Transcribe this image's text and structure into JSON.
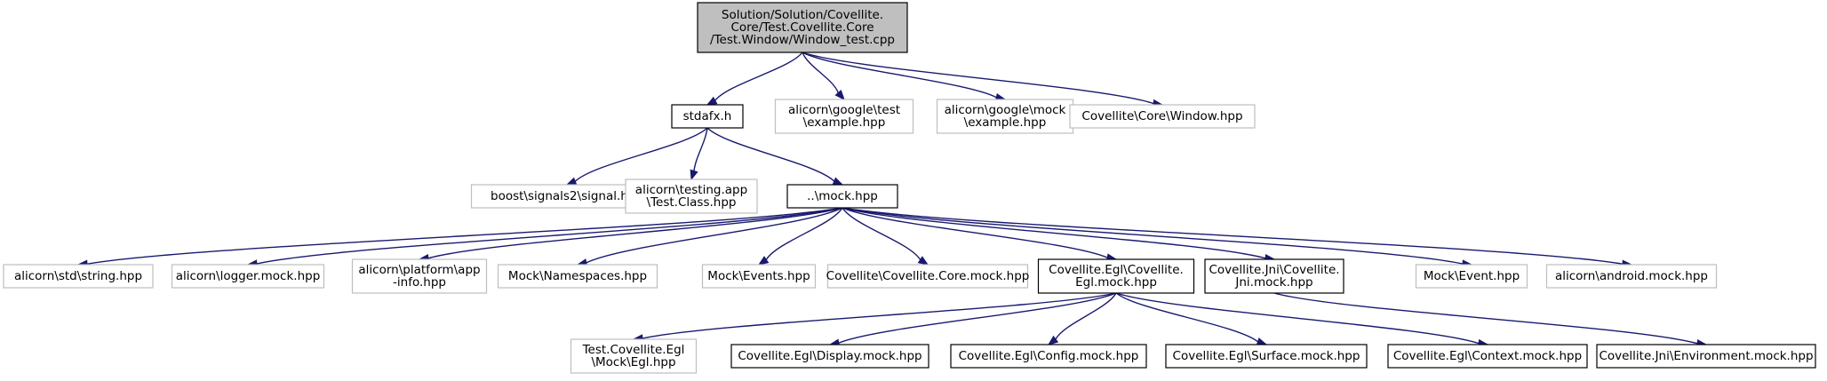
{
  "colors": {
    "edge": "#191970",
    "root_fill": "#bfbfbf",
    "root_border": "#000000",
    "documented_border": "#000000",
    "external_border": "#bfbfbf",
    "node_fill": "#ffffff"
  },
  "nodes": [
    {
      "id": "root",
      "kind": "root",
      "lines": [
        "Solution/Solution/Covellite.",
        "Core/Test.Covellite.Core",
        "/Test.Window/Window_test.cpp"
      ]
    },
    {
      "id": "stdafx",
      "kind": "documented",
      "lines": [
        "stdafx.h"
      ]
    },
    {
      "id": "gtest",
      "kind": "external",
      "lines": [
        "alicorn\\google\\test",
        "\\example.hpp"
      ]
    },
    {
      "id": "gmock",
      "kind": "external",
      "lines": [
        "alicorn\\google\\mock",
        "\\example.hpp"
      ]
    },
    {
      "id": "window",
      "kind": "external",
      "lines": [
        "Covellite\\Core\\Window.hpp"
      ]
    },
    {
      "id": "signal",
      "kind": "external",
      "lines": [
        "boost\\signals2\\signal.hpp"
      ]
    },
    {
      "id": "testing",
      "kind": "external",
      "lines": [
        "alicorn\\testing.app",
        "\\Test.Class.hpp"
      ]
    },
    {
      "id": "mock",
      "kind": "documented",
      "lines": [
        "..\\mock.hpp"
      ]
    },
    {
      "id": "string",
      "kind": "external",
      "lines": [
        "alicorn\\std\\string.hpp"
      ]
    },
    {
      "id": "logger",
      "kind": "external",
      "lines": [
        "alicorn\\logger.mock.hpp"
      ]
    },
    {
      "id": "appinfo",
      "kind": "external",
      "lines": [
        "alicorn\\platform\\app",
        "-info.hpp"
      ]
    },
    {
      "id": "namespaces",
      "kind": "external",
      "lines": [
        "Mock\\Namespaces.hpp"
      ]
    },
    {
      "id": "events",
      "kind": "external",
      "lines": [
        "Mock\\Events.hpp"
      ]
    },
    {
      "id": "coremock",
      "kind": "external",
      "lines": [
        "Covellite\\Covellite.Core.mock.hpp"
      ]
    },
    {
      "id": "eglmock",
      "kind": "documented",
      "lines": [
        "Covellite.Egl\\Covellite.",
        "Egl.mock.hpp"
      ]
    },
    {
      "id": "jnimock",
      "kind": "documented",
      "lines": [
        "Covellite.Jni\\Covellite.",
        "Jni.mock.hpp"
      ]
    },
    {
      "id": "event",
      "kind": "external",
      "lines": [
        "Mock\\Event.hpp"
      ]
    },
    {
      "id": "android",
      "kind": "external",
      "lines": [
        "alicorn\\android.mock.hpp"
      ]
    },
    {
      "id": "eglegl",
      "kind": "external",
      "lines": [
        "Test.Covellite.Egl",
        "\\Mock\\Egl.hpp"
      ]
    },
    {
      "id": "display",
      "kind": "documented",
      "lines": [
        "Covellite.Egl\\Display.mock.hpp"
      ]
    },
    {
      "id": "config",
      "kind": "documented",
      "lines": [
        "Covellite.Egl\\Config.mock.hpp"
      ]
    },
    {
      "id": "surface",
      "kind": "documented",
      "lines": [
        "Covellite.Egl\\Surface.mock.hpp"
      ]
    },
    {
      "id": "context",
      "kind": "documented",
      "lines": [
        "Covellite.Egl\\Context.mock.hpp"
      ]
    },
    {
      "id": "environment",
      "kind": "documented",
      "lines": [
        "Covellite.Jni\\Environment.mock.hpp"
      ]
    }
  ],
  "edges": [
    {
      "from": "root",
      "to": "stdafx"
    },
    {
      "from": "root",
      "to": "gtest"
    },
    {
      "from": "root",
      "to": "gmock"
    },
    {
      "from": "root",
      "to": "window"
    },
    {
      "from": "stdafx",
      "to": "signal"
    },
    {
      "from": "stdafx",
      "to": "testing"
    },
    {
      "from": "stdafx",
      "to": "mock"
    },
    {
      "from": "mock",
      "to": "string"
    },
    {
      "from": "mock",
      "to": "logger"
    },
    {
      "from": "mock",
      "to": "appinfo"
    },
    {
      "from": "mock",
      "to": "namespaces"
    },
    {
      "from": "mock",
      "to": "events"
    },
    {
      "from": "mock",
      "to": "coremock"
    },
    {
      "from": "mock",
      "to": "eglmock"
    },
    {
      "from": "mock",
      "to": "jnimock"
    },
    {
      "from": "mock",
      "to": "event"
    },
    {
      "from": "mock",
      "to": "android"
    },
    {
      "from": "eglmock",
      "to": "eglegl"
    },
    {
      "from": "eglmock",
      "to": "display"
    },
    {
      "from": "eglmock",
      "to": "config"
    },
    {
      "from": "eglmock",
      "to": "surface"
    },
    {
      "from": "eglmock",
      "to": "context"
    },
    {
      "from": "jnimock",
      "to": "environment"
    }
  ]
}
